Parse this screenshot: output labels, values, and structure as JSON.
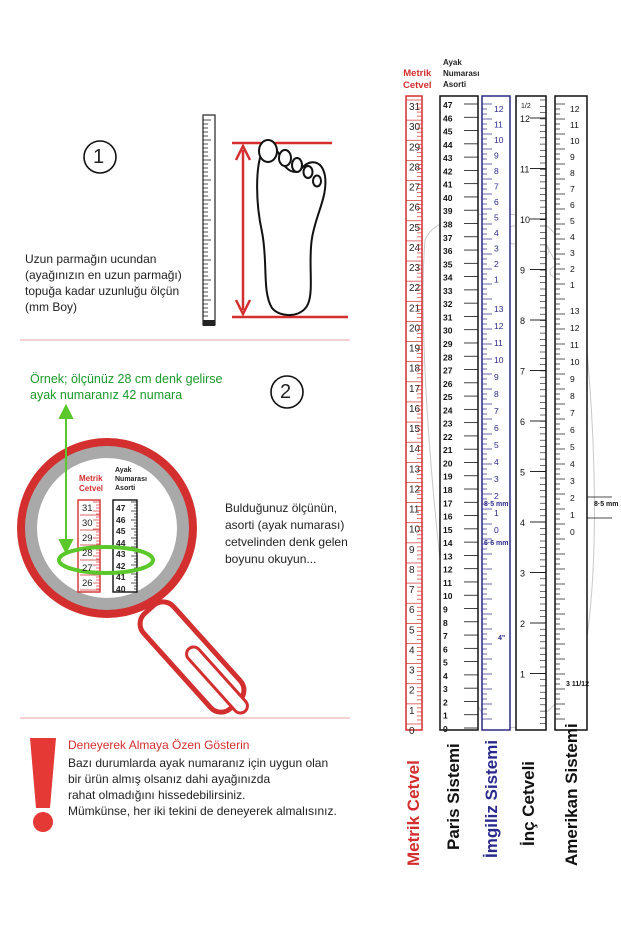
{
  "step1": {
    "number": "1",
    "instruction_lines": [
      "Uzun parmağın ucundan",
      "(ayağınızın en uzun parmağı)",
      "topuğa kadar uzunluğu ölçün",
      "(mm Boy)"
    ]
  },
  "step2": {
    "number": "2",
    "example_lines": [
      "Örnek; ölçünüz 28 cm denk gelirse",
      "ayak numaranız 42 numara"
    ],
    "read_lines": [
      "Bulduğunuz ölçünün,",
      "asorti (ayak numarası)",
      "cetvelinden denk gelen",
      "boyunu okuyun..."
    ],
    "lens": {
      "metric_header": [
        "Metrik",
        "Cetvel"
      ],
      "size_header": [
        "Ayak",
        "Numarası",
        "Asorti"
      ],
      "metric_values": [
        "31",
        "30",
        "29",
        "28",
        "27",
        "26"
      ],
      "size_values": [
        "47",
        "46",
        "45",
        "44",
        "43",
        "42",
        "41",
        "40"
      ]
    }
  },
  "warning": {
    "title": "Deneyerek Almaya Özen Gösterin",
    "lines": [
      "Bazı durumlarda ayak numaranız için uygun olan",
      "bir ürün almış olsanız dahi ayağınızda",
      "rahat olmadığını hissedebilirsiniz.",
      "Mümkünse,  her iki tekini de deneyerek almalısınız."
    ]
  },
  "rulers": {
    "metric_header": [
      "Metrik",
      "Cetvel"
    ],
    "size_header": [
      "Ayak",
      "Numarası",
      "Asorti"
    ],
    "metric_values": [
      "31",
      "30",
      "29",
      "28",
      "27",
      "26",
      "25",
      "24",
      "23",
      "22",
      "21",
      "20",
      "19",
      "18",
      "17",
      "16",
      "15",
      "14",
      "13",
      "12",
      "11",
      "10",
      "9",
      "8",
      "7",
      "6",
      "5",
      "4",
      "3",
      "2",
      "1",
      "0"
    ],
    "paris_values": [
      "47",
      "46",
      "45",
      "44",
      "43",
      "42",
      "41",
      "40",
      "39",
      "38",
      "37",
      "36",
      "35",
      "34",
      "33",
      "32",
      "31",
      "30",
      "29",
      "28",
      "27",
      "26",
      "25",
      "24",
      "23",
      "22",
      "21",
      "20",
      "19",
      "18",
      "17",
      "16",
      "15",
      "14",
      "13",
      "12",
      "11",
      "10",
      "9",
      "8",
      "7",
      "6",
      "5",
      "4",
      "3",
      "2",
      "1",
      "0"
    ],
    "english_values": [
      "12",
      "11",
      "10",
      "9",
      "8",
      "7",
      "6",
      "5",
      "4",
      "3",
      "2",
      "1",
      "13",
      "12",
      "11",
      "10",
      "9",
      "8",
      "7",
      "6",
      "5",
      "4",
      "3",
      "2",
      "1",
      "0"
    ],
    "english_notes": [
      "8·5 mm",
      "6·6 mm",
      "4\""
    ],
    "inch_values": [
      "1/2",
      "12",
      "11",
      "10",
      "9",
      "8",
      "7",
      "6",
      "5",
      "4",
      "3",
      "2",
      "1"
    ],
    "american_values": [
      "12",
      "11",
      "10",
      "9",
      "8",
      "7",
      "6",
      "5",
      "4",
      "3",
      "2",
      "1",
      "13",
      "12",
      "11",
      "10",
      "9",
      "8",
      "7",
      "6",
      "5",
      "4",
      "3",
      "2",
      "1",
      "0"
    ],
    "american_notes": [
      "8·5 mm",
      "3 11/12"
    ],
    "labels": {
      "metric": "Metrik  Cetvel",
      "paris": "Paris Sistemi",
      "english": "İmgiliz Sistemi",
      "inch": "İnç Cetveli",
      "american": "Amerikan Sistemi"
    }
  },
  "colors": {
    "accent_red": "#d32f2f",
    "green": "#5ac82a",
    "blue": "#2a2a8c",
    "divider": "#e8a0a0"
  }
}
